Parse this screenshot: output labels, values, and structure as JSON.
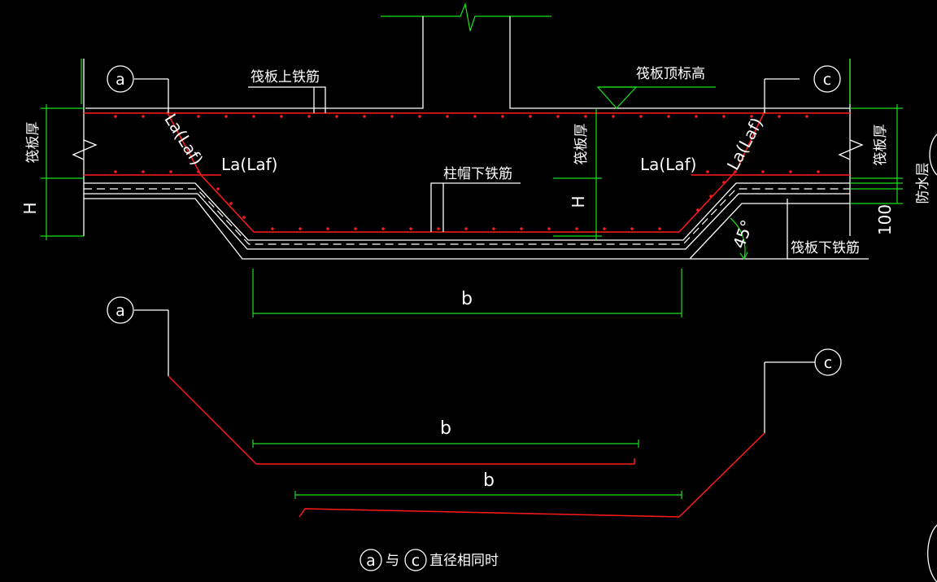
{
  "labels": {
    "raft_top_rebar": "筏板上铁筋",
    "raft_top_elevation": "筏板顶标高",
    "raft_thickness_left": "筏板厚",
    "raft_thickness_mid": "筏板厚",
    "raft_thickness_right": "筏板厚",
    "la_left_diag": "La(Laf)",
    "la_left": "La(Laf)",
    "la_right": "La(Laf)",
    "la_right_diag": "La(Laf)",
    "cap_bottom_rebar": "柱帽下铁筋",
    "raft_bottom_rebar": "筏板下铁筋",
    "waterproof_layer": "防水层",
    "h_left": "H",
    "h_mid": "H",
    "dim_100": "100",
    "angle_45": "45°",
    "b_main": "b",
    "b_bar_a": "b",
    "b_bar_c": "b",
    "mark_a_top": "a",
    "mark_c_top": "c",
    "mark_a_bottom": "a",
    "mark_c_bottom": "c",
    "note_mark_a": "a",
    "note_connector": "与",
    "note_mark_c": "c",
    "note_text": "直径相同时"
  },
  "colors": {
    "background": "#000000",
    "line_white": "#ffffff",
    "dimension_green": "#19e019",
    "rebar_red": "#ff1a1a"
  }
}
